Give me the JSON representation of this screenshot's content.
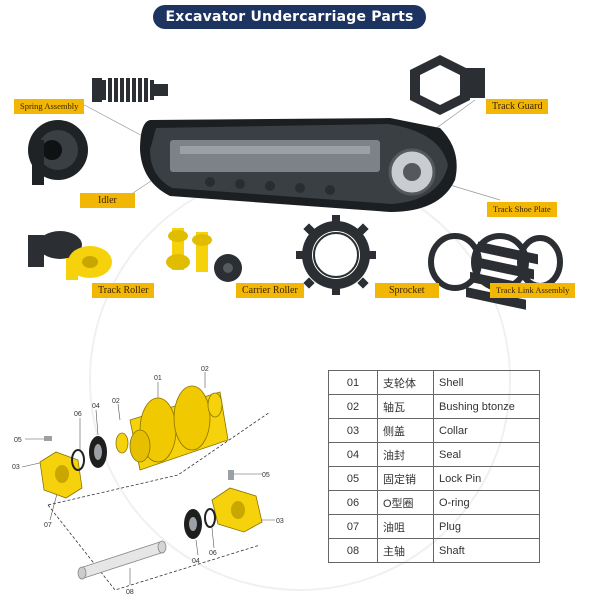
{
  "title": "Excavator Undercarriage Parts",
  "labels": {
    "spring_assembly": "Spring Assembly",
    "idler": "Idler",
    "track_roller": "Track Roller",
    "carrier_roller": "Carrier Roller",
    "sprocket": "Sprocket",
    "track_guard": "Track Guard",
    "track_shoe_plate": "Track Shoe Plate",
    "track_link_assembly": "Track Link Assembly"
  },
  "callouts": {
    "c01": "01",
    "c02a": "02",
    "c02b": "02",
    "c03a": "03",
    "c03b": "03",
    "c04a": "04",
    "c04b": "04",
    "c05a": "05",
    "c05b": "05",
    "c06a": "06",
    "c06b": "06",
    "c07": "07",
    "c08": "08"
  },
  "parts": [
    {
      "no": "01",
      "cn": "支轮体",
      "en": "Shell"
    },
    {
      "no": "02",
      "cn": "轴瓦",
      "en": "Bushing btonze"
    },
    {
      "no": "03",
      "cn": "侧盖",
      "en": "Collar"
    },
    {
      "no": "04",
      "cn": "油封",
      "en": "Seal"
    },
    {
      "no": "05",
      "cn": "固定销",
      "en": "Lock Pin"
    },
    {
      "no": "06",
      "cn": "O型圈",
      "en": "O-ring"
    },
    {
      "no": "07",
      "cn": "油咀",
      "en": "Plug"
    },
    {
      "no": "08",
      "cn": "主轴",
      "en": "Shaft"
    }
  ],
  "colors": {
    "title_bg": "#1d3461",
    "label_bg": "#f2b705",
    "part_yellow": "#f5d20c",
    "metal_dark": "#2b2f33"
  }
}
